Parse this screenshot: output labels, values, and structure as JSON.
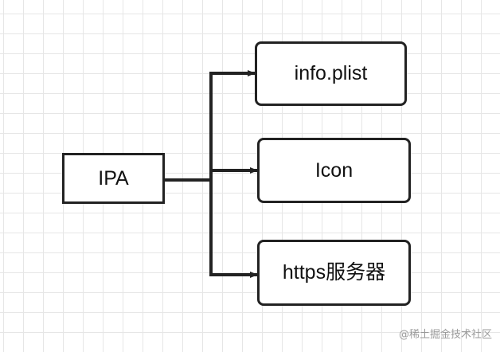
{
  "diagram": {
    "source": {
      "label": "IPA"
    },
    "targets": [
      {
        "label": "info.plist"
      },
      {
        "label": "Icon"
      },
      {
        "label": "https服务器"
      }
    ],
    "colors": {
      "stroke": "#222222",
      "text": "#111111",
      "grid": "#e6e6e6",
      "background": "#ffffff",
      "watermark": "#9a9a9a"
    }
  },
  "watermark": {
    "text": "@稀土掘金技术社区"
  }
}
